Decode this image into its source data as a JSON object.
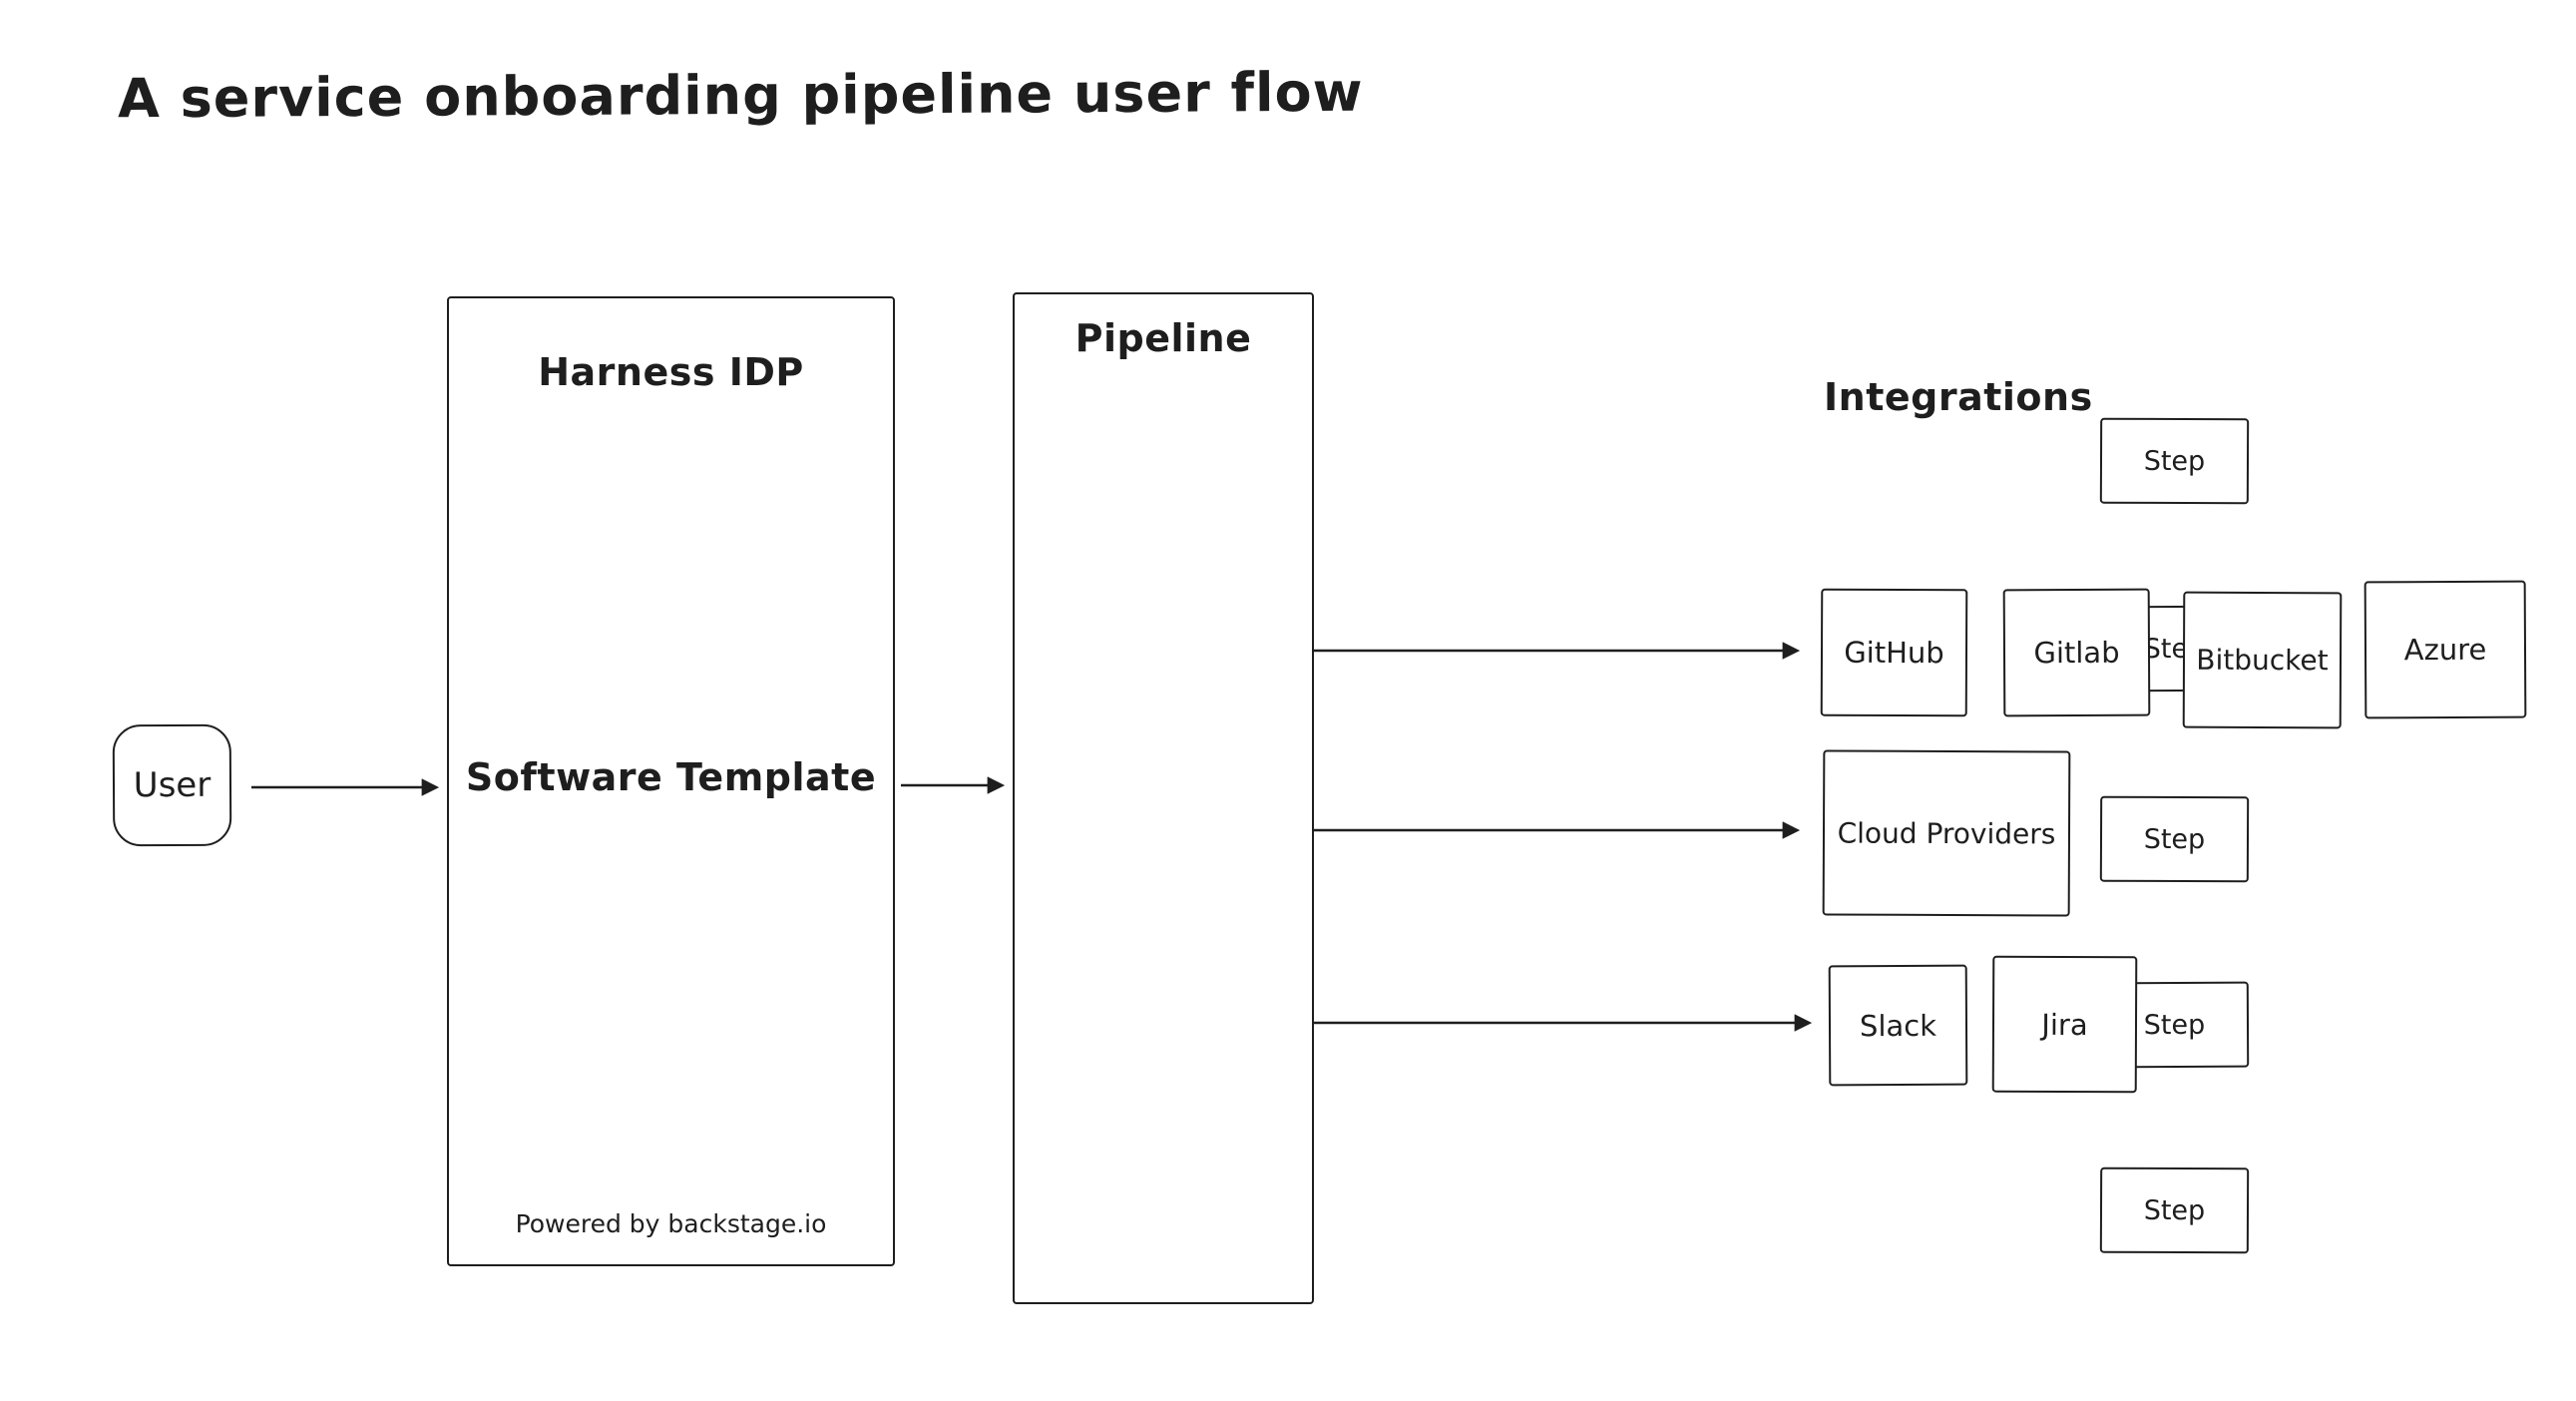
{
  "title": "A service onboarding pipeline user flow",
  "user": {
    "label": "User"
  },
  "harness": {
    "title": "Harness IDP",
    "template_label": "Software Template",
    "footer": "Powered by backstage.io"
  },
  "pipeline": {
    "title": "Pipeline",
    "steps": [
      "Step",
      "Step",
      "Step",
      "Step",
      "Step"
    ]
  },
  "integrations": {
    "title": "Integrations",
    "source_control": [
      "GitHub",
      "Gitlab",
      "Bitbucket",
      "Azure"
    ],
    "cloud": "Cloud Providers",
    "collaboration": [
      "Slack",
      "Jira"
    ]
  },
  "colors": {
    "stroke": "#1e1e1e",
    "background": "#ffffff"
  }
}
